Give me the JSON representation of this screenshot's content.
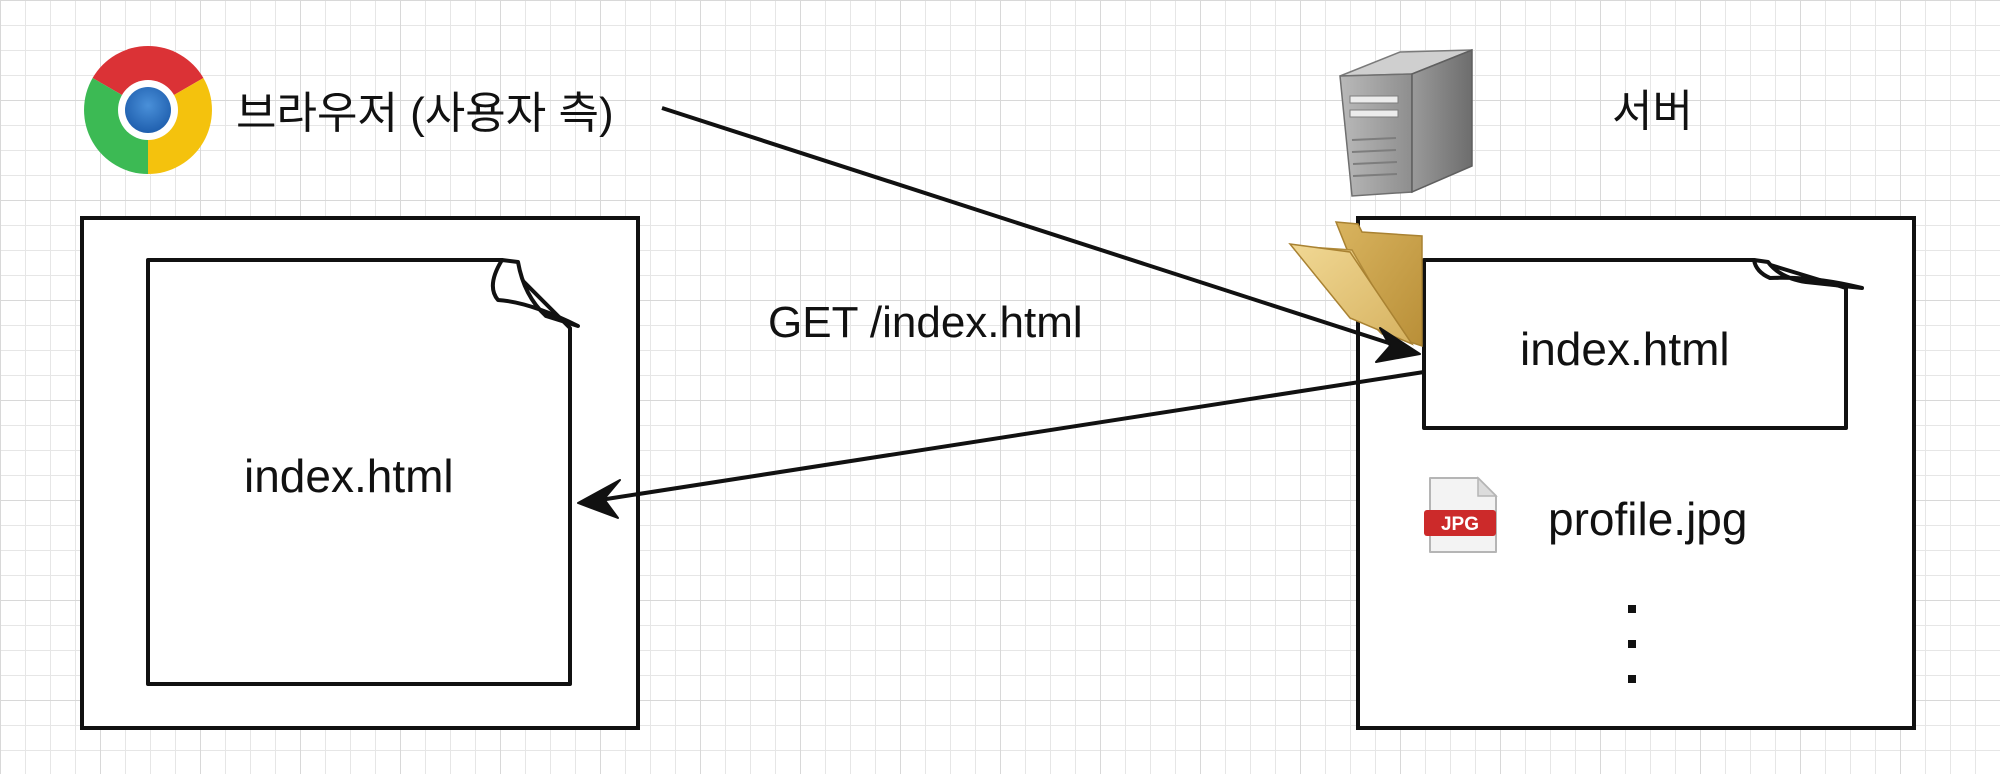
{
  "browser": {
    "label": "브라우저 (사용자 측)",
    "icon": "chrome-icon"
  },
  "server": {
    "label": "서버",
    "icon": "server-tower-icon",
    "folder_icon": "folder-icon"
  },
  "request": {
    "label": "GET /index.html"
  },
  "client_files": {
    "document_label": "index.html"
  },
  "server_files": {
    "document_label": "index.html",
    "image_file_label": "profile.jpg",
    "image_file_icon": "jpg-file-icon",
    "image_badge_text": "JPG",
    "more_indicator": "vertical-ellipsis"
  },
  "colors": {
    "stroke": "#111111",
    "grid": "#e6e6e6",
    "folder": "#e7c97a",
    "jpg_badge": "#cc2a2a"
  }
}
